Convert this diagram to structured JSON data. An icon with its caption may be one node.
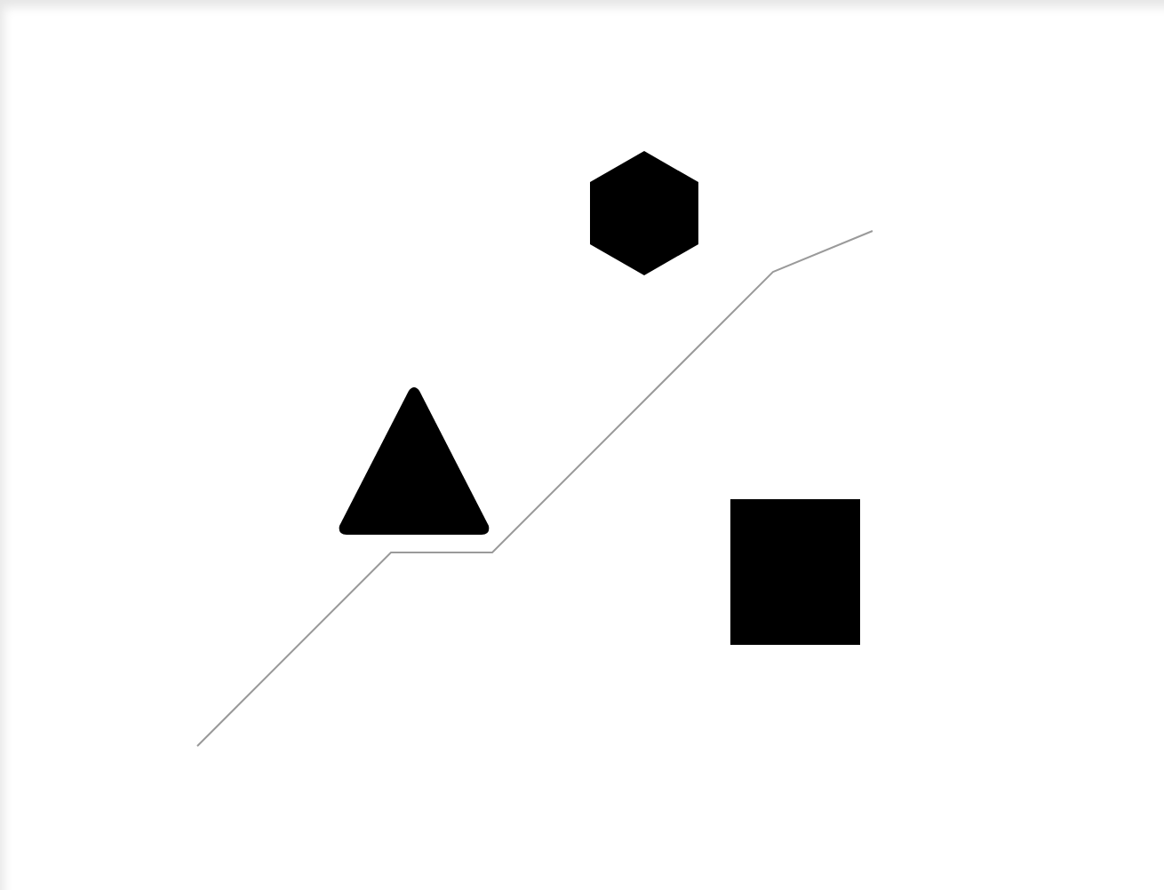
{
  "diagram": {
    "nodes": [
      {
        "text": [],
        "shape": "hexagon"
      },
      {
        "text": [],
        "shape": "triangle"
      },
      {
        "text": [],
        "shape": "box"
      }
    ]
  }
}
